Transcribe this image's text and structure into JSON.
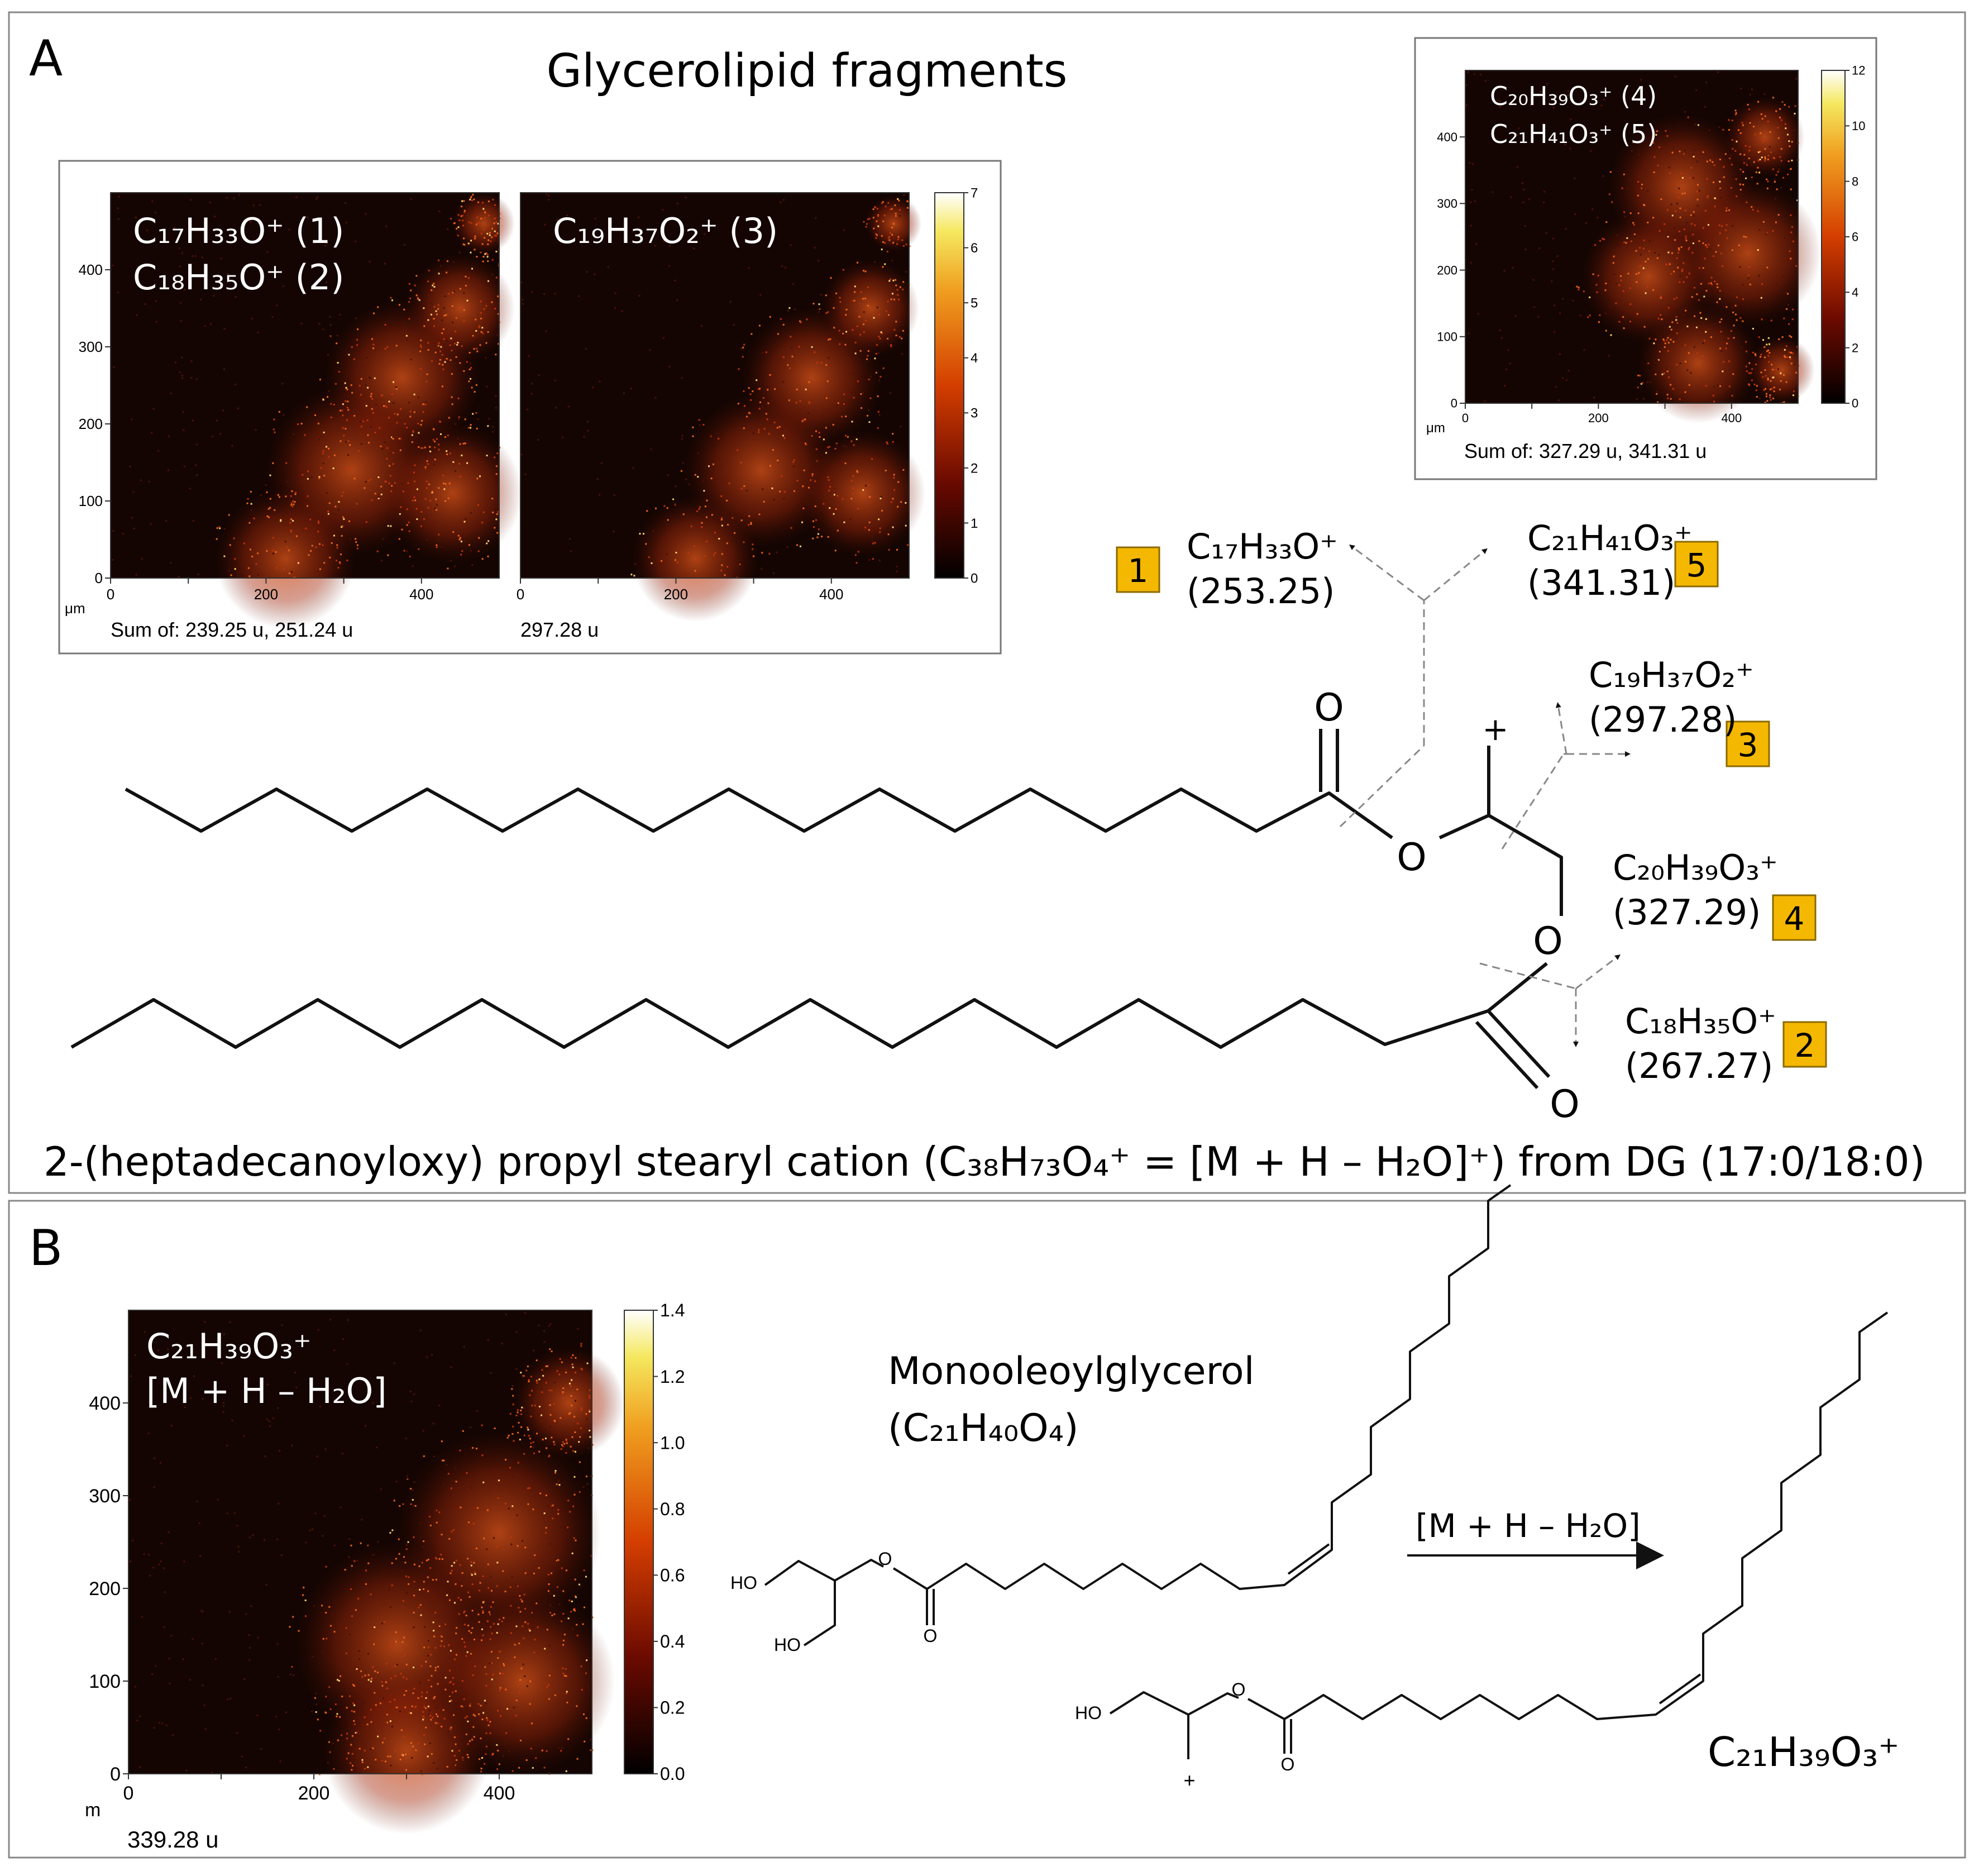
{
  "panel_a": {
    "letter": "A",
    "heading": "Glycerolipid fragments",
    "ion_1": "C₁₇H₃₃O⁺ (1)",
    "ion_2": "C₁₈H₃₅O⁺ (2)",
    "ion_3": "C₁₉H₃₇O₂⁺ (3)",
    "ion_4": "C₂₀H₃₉O₃⁺ (4)",
    "ion_5": "C₂₁H₄₁O₃⁺ (5)",
    "map1_caption": "Sum of: 239.25 u, 251.24 u",
    "map2_caption": "297.28 u",
    "map3_caption": "Sum of: 327.29 u, 341.31 u",
    "unit": "μm",
    "axis_ticks": [
      "0",
      "100",
      "200",
      "300",
      "400"
    ],
    "colorbar1_ticks": [
      "0",
      "1",
      "2",
      "3",
      "4",
      "5",
      "6",
      "7"
    ],
    "colorbar2_ticks": [
      "0",
      "2",
      "4",
      "6",
      "8",
      "10",
      "12"
    ],
    "fragments": [
      {
        "badge": "1",
        "formula": "C₁₇H₃₃O⁺",
        "mass": "(253.25)"
      },
      {
        "badge": "5",
        "formula": "C₂₁H₄₁O₃⁺",
        "mass": "(341.31)"
      },
      {
        "badge": "3",
        "formula": "C₁₉H₃₇O₂⁺",
        "mass": "(297.28)"
      },
      {
        "badge": "4",
        "formula": "C₂₀H₃₉O₃⁺",
        "mass": "(327.29)"
      },
      {
        "badge": "2",
        "formula": "C₁₈H₃₅O⁺",
        "mass": "(267.27)"
      }
    ],
    "atom_o": "O",
    "plus": "+",
    "caption": "2-(heptadecanoyloxy) propyl stearyl cation (C₃₈H₇₃O₄⁺ = [M + H – H₂O]⁺) from DG (17:0/18:0)"
  },
  "panel_b": {
    "letter": "B",
    "ion": "C₂₁H₃₉O₃⁺",
    "ion_note": "[M + H – H₂O]",
    "map_caption": "339.28 u",
    "unit": "m",
    "axis_ticks": [
      "0",
      "100",
      "200",
      "300",
      "400"
    ],
    "colorbar_ticks": [
      "0.0",
      "0.2",
      "0.4",
      "0.6",
      "0.8",
      "1.0",
      "1.2",
      "1.4"
    ],
    "compound": "Monooleoylglycerol",
    "compound_formula": "(C₂₁H₄₀O₄)",
    "reaction": "[M + H – H₂O]",
    "product": "C₂₁H₃₉O₃⁺",
    "ho": "HO",
    "o": "O",
    "plus": "+"
  },
  "colors": {
    "badge": "#f5b800",
    "map_bg": "#140502",
    "hot": "#d94a10",
    "frame": "#555555"
  }
}
